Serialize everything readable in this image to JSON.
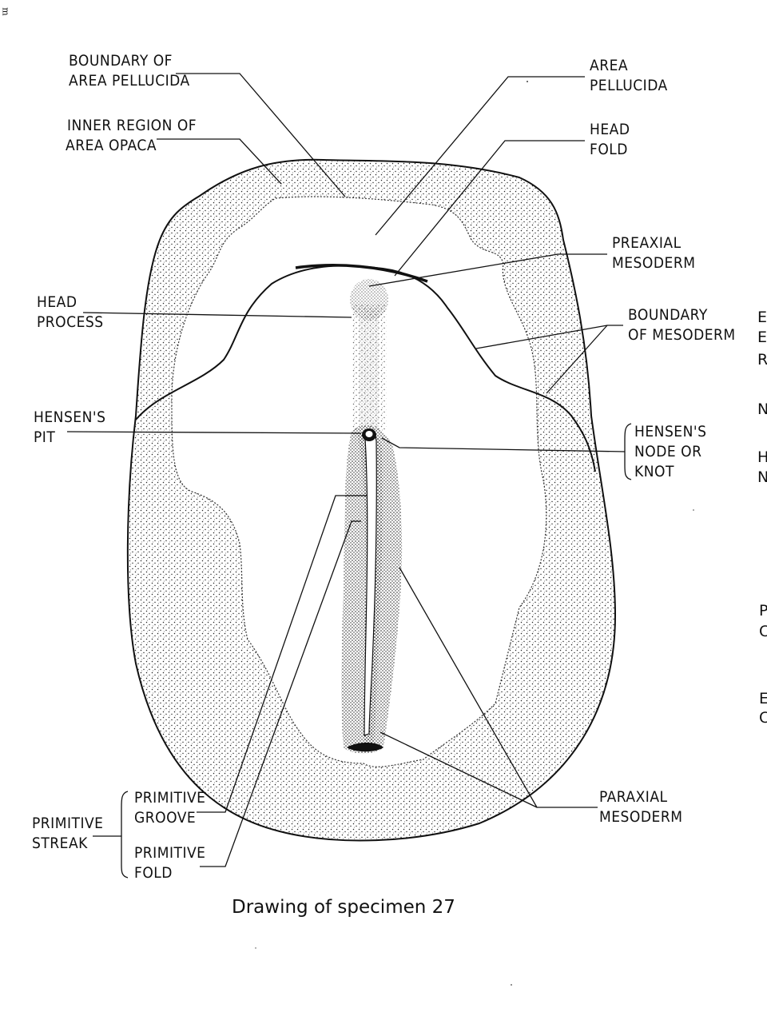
{
  "corner_mark": "m",
  "caption": "Drawing of specimen 27",
  "labels": {
    "boundary_area_pellucida": [
      "BOUNDARY OF",
      "AREA PELLUCIDA"
    ],
    "inner_region_area_opaca": [
      "INNER REGION OF",
      "AREA OPACA"
    ],
    "area_pellucida": [
      "AREA",
      "PELLUCIDA"
    ],
    "head_fold": [
      "HEAD",
      "FOLD"
    ],
    "preaxial_mesoderm": [
      "PREAXIAL",
      "MESODERM"
    ],
    "head_process": [
      "HEAD",
      "PROCESS"
    ],
    "boundary_of_mesoderm": [
      "BOUNDARY",
      "OF MESODERM"
    ],
    "hensens_pit": [
      "HENSEN'S",
      "PIT"
    ],
    "hensens_node": [
      "HENSEN'S",
      "NODE OR",
      "KNOT"
    ],
    "primitive_groove": [
      "PRIMITIVE",
      "GROOVE"
    ],
    "primitive_fold": [
      "PRIMITIVE",
      "FOLD"
    ],
    "primitive_streak": [
      "PRIMITIVE",
      "STREAK"
    ],
    "paraxial_mesoderm": [
      "PARAXIAL",
      "MESODERM"
    ]
  },
  "edge_fragments": [
    "E",
    "E",
    "R",
    "N",
    "H",
    "N",
    "P",
    "C",
    "E",
    "C"
  ]
}
